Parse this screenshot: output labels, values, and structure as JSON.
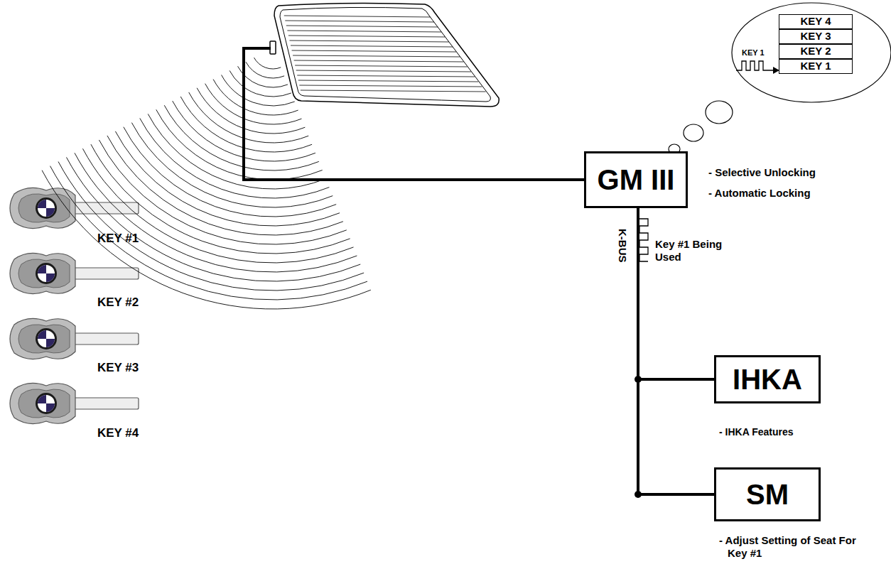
{
  "diagram": {
    "nodes": [
      {
        "text": [
          "GM III"
        ]
      },
      {
        "text": [
          "IHKA"
        ]
      },
      {
        "text": [
          "SM"
        ]
      }
    ],
    "edges": [
      {
        "from": 0,
        "to": 1,
        "arrow": "none"
      },
      {
        "from": 0,
        "to": 2,
        "arrow": "none"
      }
    ],
    "labels": [
      "KEY #1",
      "KEY #2",
      "KEY #3",
      "KEY #4",
      "- Selective Unlocking",
      "- Automatic Locking",
      "KEY 4",
      "KEY 3",
      "KEY 2",
      "KEY 1",
      "KEY 1",
      "K-BUS",
      "Key #1 Being Used",
      "- IHKA Features",
      "- Adjust Setting of Seat For Key #1"
    ]
  }
}
